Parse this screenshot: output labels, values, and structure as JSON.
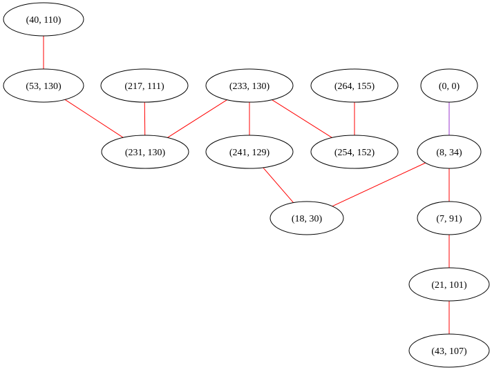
{
  "graph": {
    "nodes": [
      {
        "id": "n40_110",
        "label": "(40, 110)"
      },
      {
        "id": "n53_130",
        "label": "(53, 130)"
      },
      {
        "id": "n217_111",
        "label": "(217, 111)"
      },
      {
        "id": "n233_130",
        "label": "(233, 130)"
      },
      {
        "id": "n264_155",
        "label": "(264, 155)"
      },
      {
        "id": "n0_0",
        "label": "(0, 0)"
      },
      {
        "id": "n231_130",
        "label": "(231, 130)"
      },
      {
        "id": "n241_129",
        "label": "(241, 129)"
      },
      {
        "id": "n254_152",
        "label": "(254, 152)"
      },
      {
        "id": "n8_34",
        "label": "(8, 34)"
      },
      {
        "id": "n18_30",
        "label": "(18, 30)"
      },
      {
        "id": "n7_91",
        "label": "(7, 91)"
      },
      {
        "id": "n21_101",
        "label": "(21, 101)"
      },
      {
        "id": "n43_107",
        "label": "(43, 107)"
      }
    ],
    "edges": [
      {
        "from": "n40_110",
        "to": "n53_130",
        "color": "#ff0000"
      },
      {
        "from": "n53_130",
        "to": "n231_130",
        "color": "#ff0000"
      },
      {
        "from": "n217_111",
        "to": "n231_130",
        "color": "#ff0000"
      },
      {
        "from": "n233_130",
        "to": "n231_130",
        "color": "#ff0000"
      },
      {
        "from": "n233_130",
        "to": "n241_129",
        "color": "#ff0000"
      },
      {
        "from": "n233_130",
        "to": "n254_152",
        "color": "#ff0000"
      },
      {
        "from": "n264_155",
        "to": "n254_152",
        "color": "#ff0000"
      },
      {
        "from": "n0_0",
        "to": "n8_34",
        "color": "#9933cc"
      },
      {
        "from": "n241_129",
        "to": "n18_30",
        "color": "#ff0000"
      },
      {
        "from": "n8_34",
        "to": "n18_30",
        "color": "#ff0000"
      },
      {
        "from": "n8_34",
        "to": "n7_91",
        "color": "#ff0000"
      },
      {
        "from": "n7_91",
        "to": "n21_101",
        "color": "#ff0000"
      },
      {
        "from": "n21_101",
        "to": "n43_107",
        "color": "#ff0000"
      }
    ]
  }
}
